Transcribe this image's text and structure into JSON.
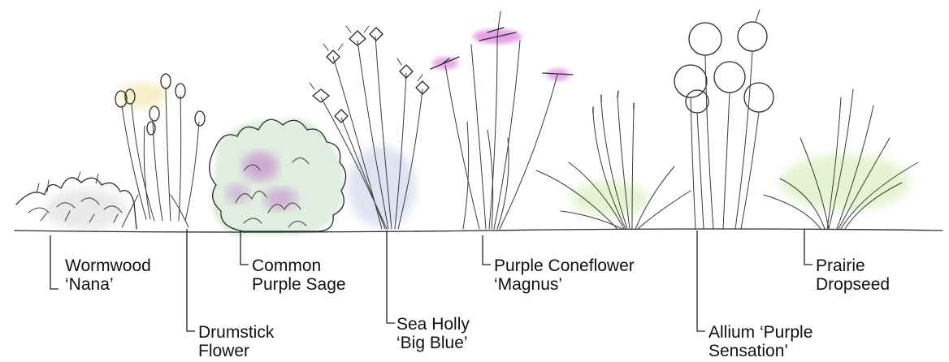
{
  "plants": [
    {
      "id": "wormwood",
      "line1": "Wormwood",
      "line2": "‘Nana’"
    },
    {
      "id": "drumstick",
      "line1": "Drumstick",
      "line2": "Flower"
    },
    {
      "id": "sage",
      "line1": "Common",
      "line2": "Purple Sage"
    },
    {
      "id": "seaholly",
      "line1": "Sea Holly",
      "line2": "‘Big Blue’"
    },
    {
      "id": "coneflower",
      "line1": "Purple Coneflower",
      "line2": "‘Magnus’"
    },
    {
      "id": "allium",
      "line1": "Allium ‘Purple",
      "line2": "Sensation’"
    },
    {
      "id": "dropseed",
      "line1": "Prairie",
      "line2": "Dropseed"
    }
  ],
  "colors": {
    "ink": "#2b2b2b",
    "sage_wash": "#dfeee0",
    "purple_wash": "#c79ad0",
    "coneflower_wash": "#e08ae0",
    "allium_wash": "#e9c6ec",
    "seaholly_wash": "#d6dcee",
    "grass_wash": "#e6f3d2",
    "drumstick_yellow": "#f3e4a2"
  }
}
